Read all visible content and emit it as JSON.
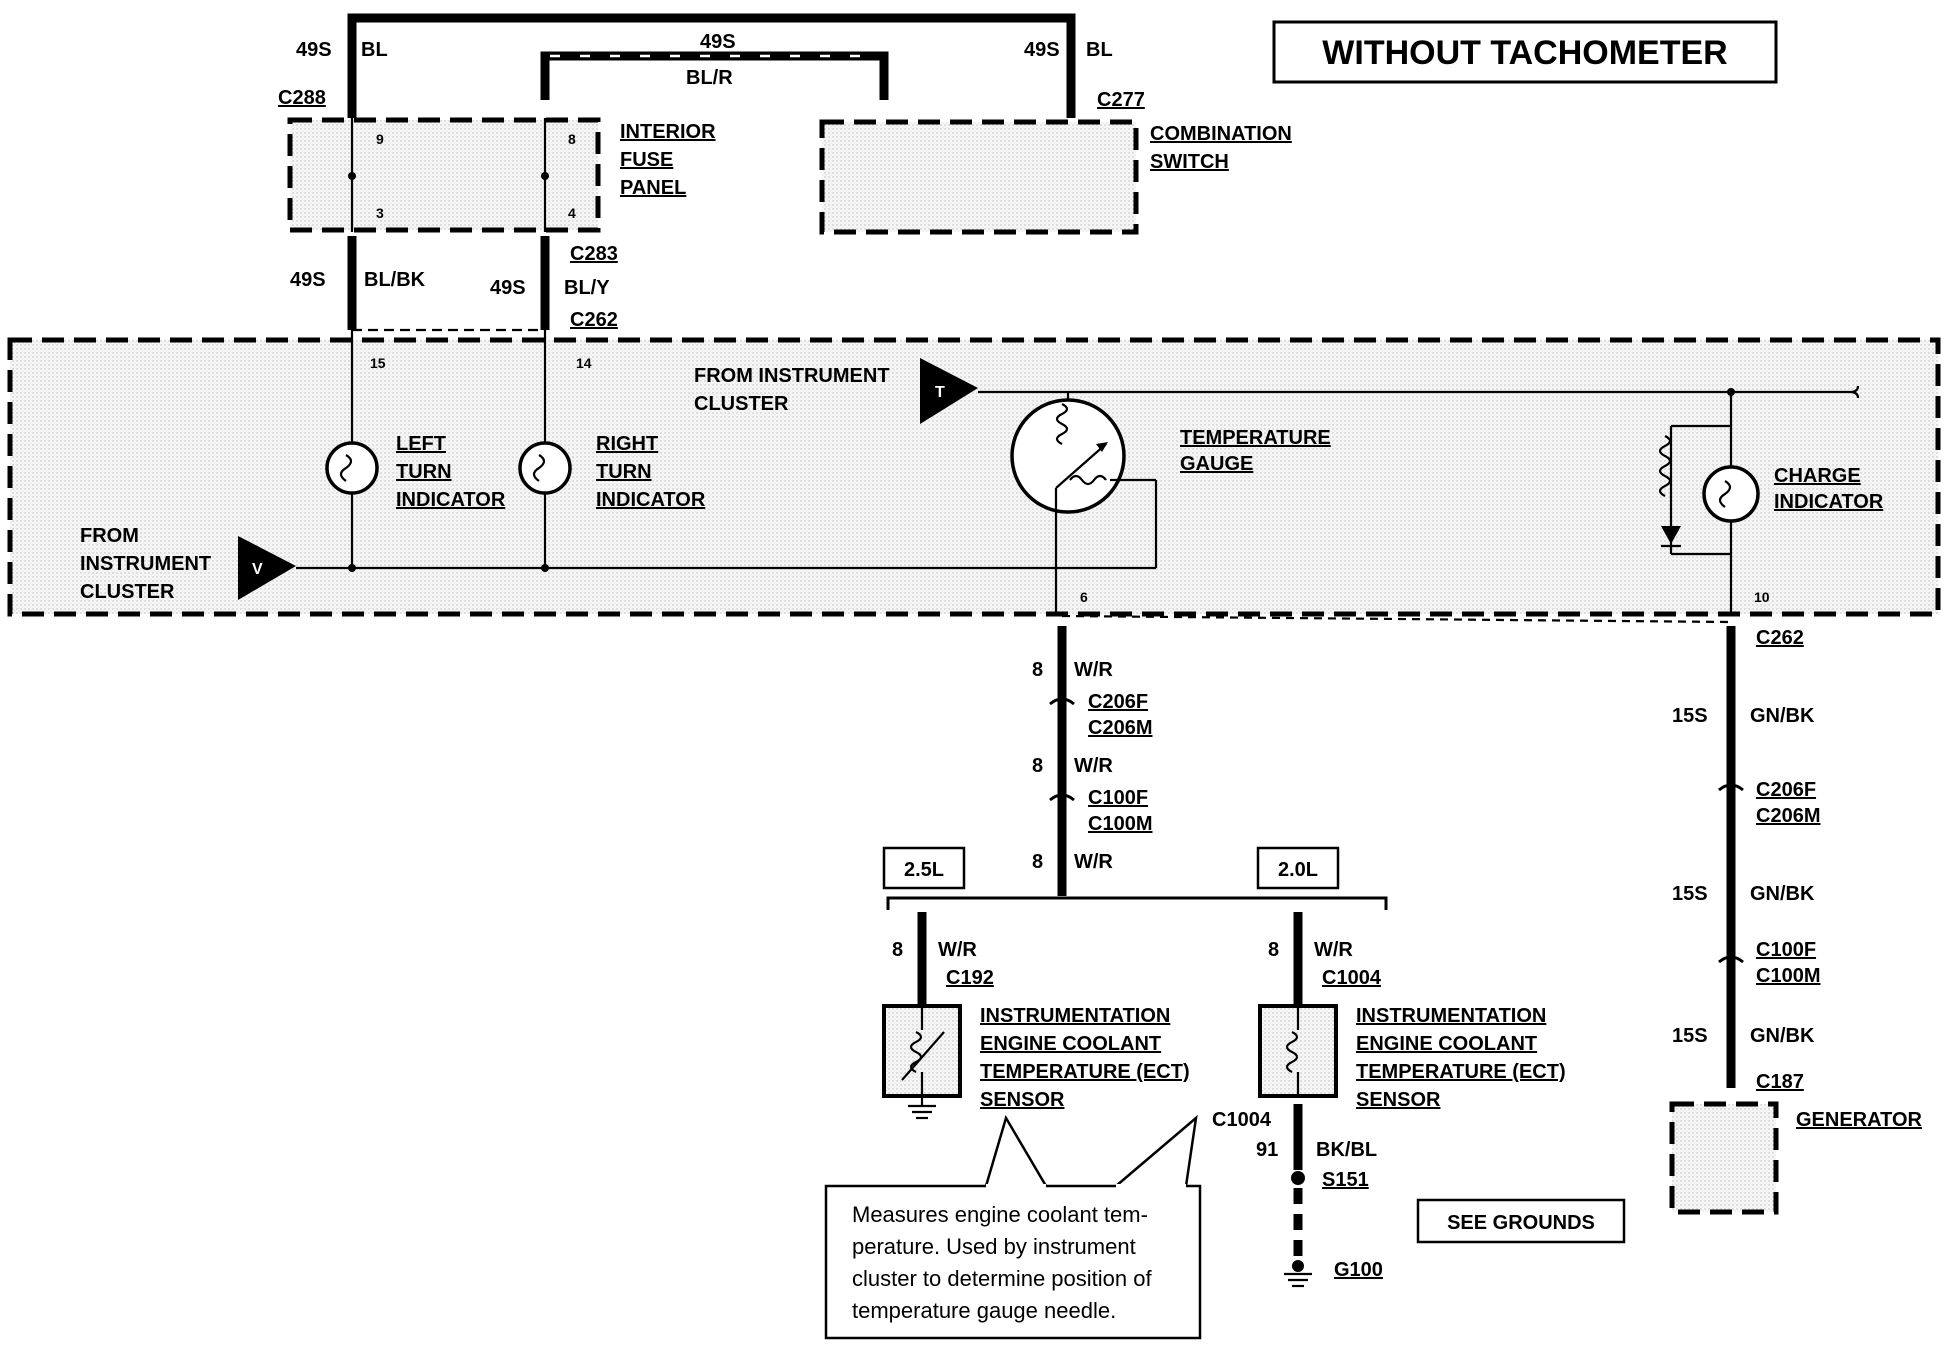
{
  "title": "WITHOUT TACHOMETER",
  "top_wires": {
    "left_circuit": "49S",
    "left_color": "BL",
    "mid_circuit": "49S",
    "mid_color": "BL/R",
    "right_circuit": "49S",
    "right_color": "BL"
  },
  "connectors": {
    "c288": "C288",
    "c277": "C277",
    "c283": "C283",
    "c262_top": "C262",
    "c262_right": "C262",
    "c206f_left": "C206F",
    "c206m_left": "C206M",
    "c100f_left": "C100F",
    "c100m_left": "C100M",
    "c206f_right": "C206F",
    "c206m_right": "C206M",
    "c100f_right": "C100F",
    "c100m_right": "C100M",
    "c187": "C187",
    "c192": "C192",
    "c1004_top": "C1004",
    "c1004_bottom": "C1004",
    "s151": "S151",
    "g100": "G100"
  },
  "fuse_panel": {
    "line1": "INTERIOR",
    "line2": "FUSE",
    "line3": "PANEL",
    "pin_tl": "9",
    "pin_tr": "8",
    "pin_bl": "3",
    "pin_br": "4"
  },
  "combination_switch": {
    "line1": "COMBINATION",
    "line2": "SWITCH"
  },
  "left_drop": {
    "circuit": "49S",
    "color": "BL/BK",
    "pin": "15"
  },
  "right_drop": {
    "circuit": "49S",
    "color": "BL/Y",
    "pin": "14"
  },
  "cluster": {
    "from_cluster_t_1": "FROM INSTRUMENT",
    "from_cluster_t_2": "CLUSTER",
    "t_tag": "T",
    "from_cluster_v_1": "FROM",
    "from_cluster_v_2": "INSTRUMENT",
    "from_cluster_v_3": "CLUSTER",
    "v_tag": "V",
    "left_turn": [
      "LEFT",
      "TURN",
      "INDICATOR"
    ],
    "right_turn": [
      "RIGHT",
      "TURN",
      "INDICATOR"
    ],
    "temp_gauge": [
      "TEMPERATURE",
      "GAUGE"
    ],
    "charge": [
      "CHARGE",
      "INDICATOR"
    ],
    "pin_6": "6",
    "pin_10": "10"
  },
  "temp_wire": {
    "circuit": "8",
    "color": "W/R"
  },
  "engines": {
    "left": "2.5L",
    "right": "2.0L"
  },
  "sensor": [
    "INSTRUMENTATION",
    "ENGINE COOLANT",
    "TEMPERATURE (ECT)",
    "SENSOR"
  ],
  "ground_wire": {
    "circuit": "91",
    "color": "BK/BL"
  },
  "charge_wire": {
    "circuit": "15S",
    "color": "GN/BK"
  },
  "generator": "GENERATOR",
  "see_grounds": "SEE GROUNDS",
  "callout": [
    "Measures engine coolant tem-",
    "perature. Used by instrument",
    "cluster to determine position of",
    "temperature gauge needle."
  ]
}
